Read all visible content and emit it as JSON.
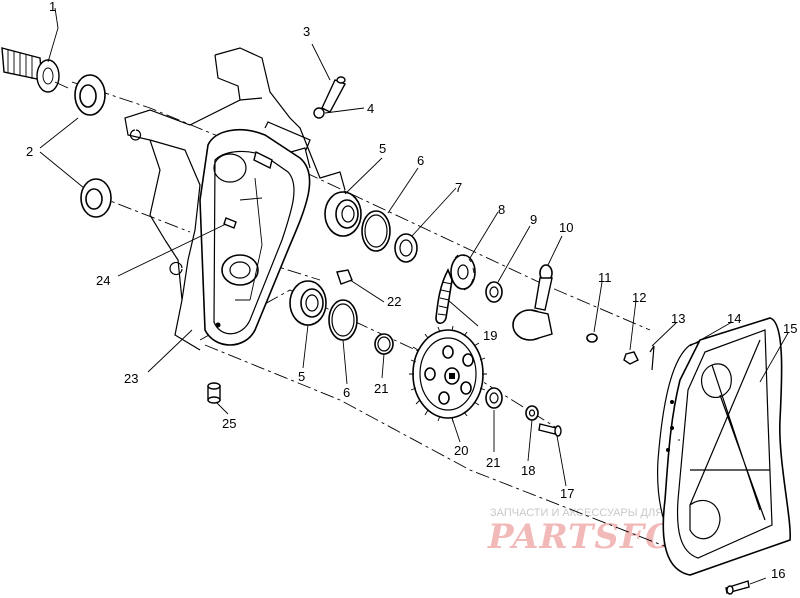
{
  "callouts": [
    {
      "id": "c1",
      "label": "1"
    },
    {
      "id": "c2",
      "label": "2"
    },
    {
      "id": "c3",
      "label": "3"
    },
    {
      "id": "c4",
      "label": "4"
    },
    {
      "id": "c5a",
      "label": "5"
    },
    {
      "id": "c6a",
      "label": "6"
    },
    {
      "id": "c7",
      "label": "7"
    },
    {
      "id": "c8",
      "label": "8"
    },
    {
      "id": "c9",
      "label": "9"
    },
    {
      "id": "c10",
      "label": "10"
    },
    {
      "id": "c11",
      "label": "11"
    },
    {
      "id": "c12",
      "label": "12"
    },
    {
      "id": "c13",
      "label": "13"
    },
    {
      "id": "c14",
      "label": "14"
    },
    {
      "id": "c15",
      "label": "15"
    },
    {
      "id": "c16",
      "label": "16"
    },
    {
      "id": "c17",
      "label": "17"
    },
    {
      "id": "c18",
      "label": "18"
    },
    {
      "id": "c19",
      "label": "19"
    },
    {
      "id": "c20",
      "label": "20"
    },
    {
      "id": "c21a",
      "label": "21"
    },
    {
      "id": "c21b",
      "label": "21"
    },
    {
      "id": "c22",
      "label": "22"
    },
    {
      "id": "c23",
      "label": "23"
    },
    {
      "id": "c24",
      "label": "24"
    },
    {
      "id": "c25",
      "label": "25"
    },
    {
      "id": "c5b",
      "label": "5"
    },
    {
      "id": "c6b",
      "label": "6"
    }
  ],
  "watermark": {
    "tagline": "ЗАПЧАСТИ И АКСЕССУАРЫ ДЛЯ МОТОТЕХНИКИ",
    "brand": "PARTSFOR.RU"
  }
}
